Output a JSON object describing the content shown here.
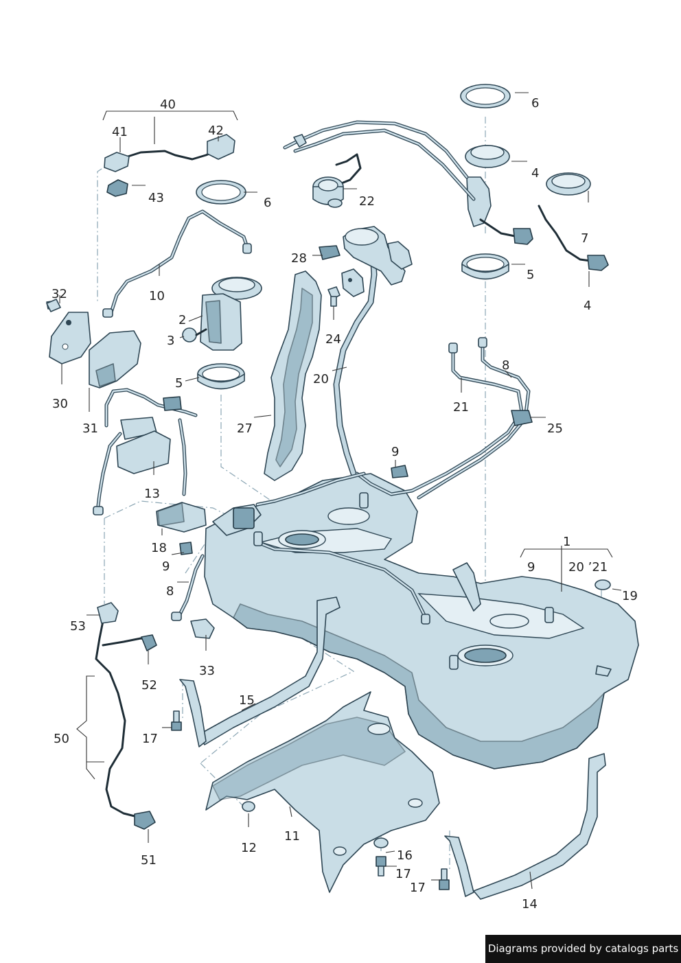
{
  "diagram": {
    "callouts": [
      {
        "id": "40",
        "text": "40"
      },
      {
        "id": "41",
        "text": "41"
      },
      {
        "id": "42",
        "text": "42"
      },
      {
        "id": "43",
        "text": "43"
      },
      {
        "id": "6a",
        "text": "6"
      },
      {
        "id": "6b",
        "text": "6"
      },
      {
        "id": "4a",
        "text": "4"
      },
      {
        "id": "4b",
        "text": "4"
      },
      {
        "id": "7",
        "text": "7"
      },
      {
        "id": "5a",
        "text": "5"
      },
      {
        "id": "5b",
        "text": "5"
      },
      {
        "id": "22",
        "text": "22"
      },
      {
        "id": "28",
        "text": "28"
      },
      {
        "id": "24",
        "text": "24"
      },
      {
        "id": "10",
        "text": "10"
      },
      {
        "id": "32",
        "text": "32"
      },
      {
        "id": "2",
        "text": "2"
      },
      {
        "id": "3",
        "text": "3"
      },
      {
        "id": "30",
        "text": "30"
      },
      {
        "id": "31",
        "text": "31"
      },
      {
        "id": "27",
        "text": "27"
      },
      {
        "id": "20",
        "text": "20"
      },
      {
        "id": "8a",
        "text": "8"
      },
      {
        "id": "21",
        "text": "21"
      },
      {
        "id": "25",
        "text": "25"
      },
      {
        "id": "9a",
        "text": "9"
      },
      {
        "id": "13",
        "text": "13"
      },
      {
        "id": "18",
        "text": "18"
      },
      {
        "id": "9b",
        "text": "9"
      },
      {
        "id": "8b",
        "text": "8"
      },
      {
        "id": "1",
        "text": "1"
      },
      {
        "id": "9c",
        "text": "9"
      },
      {
        "id": "20-21",
        "text": "20 ’21"
      },
      {
        "id": "19",
        "text": "19"
      },
      {
        "id": "53",
        "text": "53"
      },
      {
        "id": "52",
        "text": "52"
      },
      {
        "id": "33",
        "text": "33"
      },
      {
        "id": "15",
        "text": "15"
      },
      {
        "id": "50",
        "text": "50"
      },
      {
        "id": "17a",
        "text": "17"
      },
      {
        "id": "12",
        "text": "12"
      },
      {
        "id": "11",
        "text": "11"
      },
      {
        "id": "16",
        "text": "16"
      },
      {
        "id": "17b",
        "text": "17"
      },
      {
        "id": "17c",
        "text": "17"
      },
      {
        "id": "14",
        "text": "14"
      },
      {
        "id": "51",
        "text": "51"
      }
    ]
  },
  "footer": {
    "text": "Diagrams provided by catalogs parts"
  }
}
